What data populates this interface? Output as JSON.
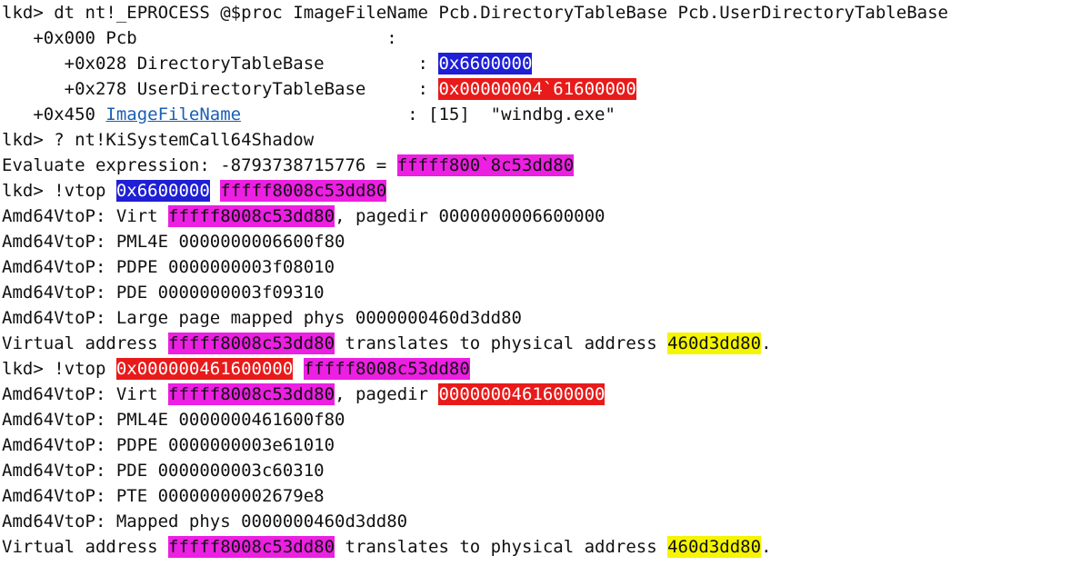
{
  "colors": {
    "text": "#111111",
    "background": "#ffffff",
    "highlight_blue": "#1f1fd6",
    "highlight_red": "#e81a1a",
    "highlight_pink": "#ec1fe2",
    "highlight_yellow": "#f5f500",
    "link": "#1a5fb4"
  },
  "console": {
    "lines": [
      {
        "kind": "command",
        "segments": [
          {
            "text": "lkd> dt nt!_EPROCESS @$proc ImageFileName Pcb.DirectoryTableBase Pcb.UserDirectoryTableBase"
          }
        ]
      },
      {
        "kind": "output",
        "segments": [
          {
            "text": "   +0x000 Pcb                        :"
          }
        ]
      },
      {
        "kind": "output",
        "segments": [
          {
            "text": "      +0x028 DirectoryTableBase         : "
          },
          {
            "text": "0x6600000",
            "hl": "blue"
          }
        ]
      },
      {
        "kind": "output",
        "segments": [
          {
            "text": "      +0x278 UserDirectoryTableBase     : "
          },
          {
            "text": "0x00000004`61600000",
            "hl": "red"
          }
        ]
      },
      {
        "kind": "output",
        "segments": [
          {
            "text": "   +0x450 "
          },
          {
            "text": "ImageFileName",
            "link": true
          },
          {
            "text": "                : [15]  \"windbg.exe\""
          }
        ]
      },
      {
        "kind": "command",
        "segments": [
          {
            "text": "lkd> ? nt!KiSystemCall64Shadow"
          }
        ]
      },
      {
        "kind": "output",
        "segments": [
          {
            "text": "Evaluate expression: -8793738715776 = "
          },
          {
            "text": "fffff800`8c53dd80",
            "hl": "pink"
          }
        ]
      },
      {
        "kind": "command",
        "segments": [
          {
            "text": "lkd> !vtop "
          },
          {
            "text": "0x6600000",
            "hl": "blue"
          },
          {
            "text": " "
          },
          {
            "text": "fffff8008c53dd80",
            "hl": "pink"
          }
        ]
      },
      {
        "kind": "output",
        "segments": [
          {
            "text": "Amd64VtoP: Virt "
          },
          {
            "text": "fffff8008c53dd80",
            "hl": "pink"
          },
          {
            "text": ", pagedir 0000000006600000"
          }
        ]
      },
      {
        "kind": "output",
        "segments": [
          {
            "text": "Amd64VtoP: PML4E 0000000006600f80"
          }
        ]
      },
      {
        "kind": "output",
        "segments": [
          {
            "text": "Amd64VtoP: PDPE 0000000003f08010"
          }
        ]
      },
      {
        "kind": "output",
        "segments": [
          {
            "text": "Amd64VtoP: PDE 0000000003f09310"
          }
        ]
      },
      {
        "kind": "output",
        "segments": [
          {
            "text": "Amd64VtoP: Large page mapped phys 0000000460d3dd80"
          }
        ]
      },
      {
        "kind": "output",
        "segments": [
          {
            "text": "Virtual address "
          },
          {
            "text": "fffff8008c53dd80",
            "hl": "pink"
          },
          {
            "text": " translates to physical address "
          },
          {
            "text": "460d3dd80",
            "hl": "yellow"
          },
          {
            "text": "."
          }
        ]
      },
      {
        "kind": "command",
        "segments": [
          {
            "text": "lkd> !vtop "
          },
          {
            "text": "0x000000461600000",
            "hl": "red"
          },
          {
            "text": " "
          },
          {
            "text": "fffff8008c53dd80",
            "hl": "pink"
          }
        ]
      },
      {
        "kind": "output",
        "segments": [
          {
            "text": "Amd64VtoP: Virt "
          },
          {
            "text": "fffff8008c53dd80",
            "hl": "pink"
          },
          {
            "text": ", pagedir "
          },
          {
            "text": "0000000461600000",
            "hl": "red"
          }
        ]
      },
      {
        "kind": "output",
        "segments": [
          {
            "text": "Amd64VtoP: PML4E 0000000461600f80"
          }
        ]
      },
      {
        "kind": "output",
        "segments": [
          {
            "text": "Amd64VtoP: PDPE 0000000003e61010"
          }
        ]
      },
      {
        "kind": "output",
        "segments": [
          {
            "text": "Amd64VtoP: PDE 0000000003c60310"
          }
        ]
      },
      {
        "kind": "output",
        "segments": [
          {
            "text": "Amd64VtoP: PTE 00000000002679e8"
          }
        ]
      },
      {
        "kind": "output",
        "segments": [
          {
            "text": "Amd64VtoP: Mapped phys 0000000460d3dd80"
          }
        ]
      },
      {
        "kind": "output",
        "segments": [
          {
            "text": "Virtual address "
          },
          {
            "text": "fffff8008c53dd80",
            "hl": "pink"
          },
          {
            "text": " translates to physical address "
          },
          {
            "text": "460d3dd80",
            "hl": "yellow"
          },
          {
            "text": "."
          }
        ]
      }
    ]
  }
}
